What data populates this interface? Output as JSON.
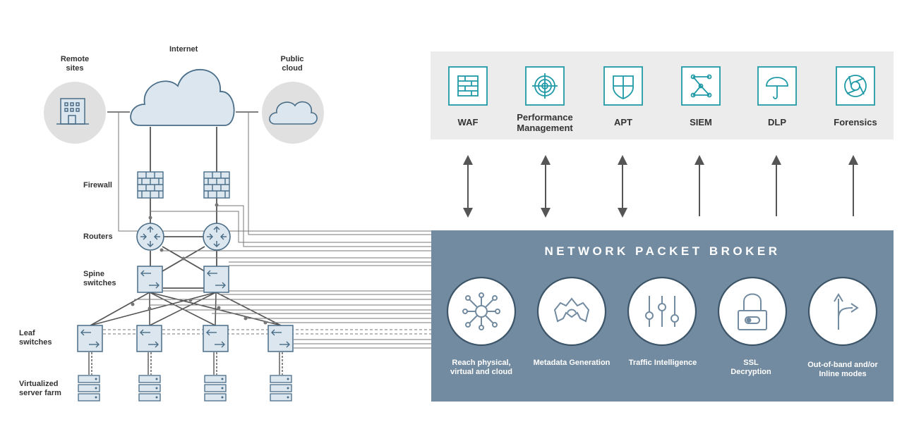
{
  "left_labels": {
    "internet": "Internet",
    "remote_sites": "Remote\nsites",
    "public_cloud": "Public\ncloud",
    "firewall": "Firewall",
    "routers": "Routers",
    "spine_switches": "Spine\nswitches",
    "leaf_switches": "Leaf\nswitches",
    "server_farm": "Virtualized\nserver farm"
  },
  "tools": [
    {
      "label": "WAF",
      "icon": "firewall-icon"
    },
    {
      "label": "Performance\nManagement",
      "icon": "target-icon"
    },
    {
      "label": "APT",
      "icon": "shield-icon"
    },
    {
      "label": "SIEM",
      "icon": "network-nodes-icon"
    },
    {
      "label": "DLP",
      "icon": "umbrella-icon"
    },
    {
      "label": "Forensics",
      "icon": "aperture-icon"
    }
  ],
  "npb": {
    "title": "NETWORK PACKET BROKER",
    "capabilities": [
      {
        "label": "Reach physical,\nvirtual and cloud",
        "icon": "hub-icon"
      },
      {
        "label": "Metadata Generation",
        "icon": "brain-icon"
      },
      {
        "label": "Traffic Intelligence",
        "icon": "sliders-icon"
      },
      {
        "label": "SSL\nDecryption",
        "icon": "lock-icon"
      },
      {
        "label": "Out-of-band and/or\nInline modes",
        "icon": "fork-arrow-icon"
      }
    ]
  },
  "colors": {
    "teal": "#1f9aa6",
    "panel_gray": "#ececec",
    "npb_blue": "#738ba0",
    "device_fill": "#dbe6ee",
    "device_stroke": "#4a6d88"
  }
}
